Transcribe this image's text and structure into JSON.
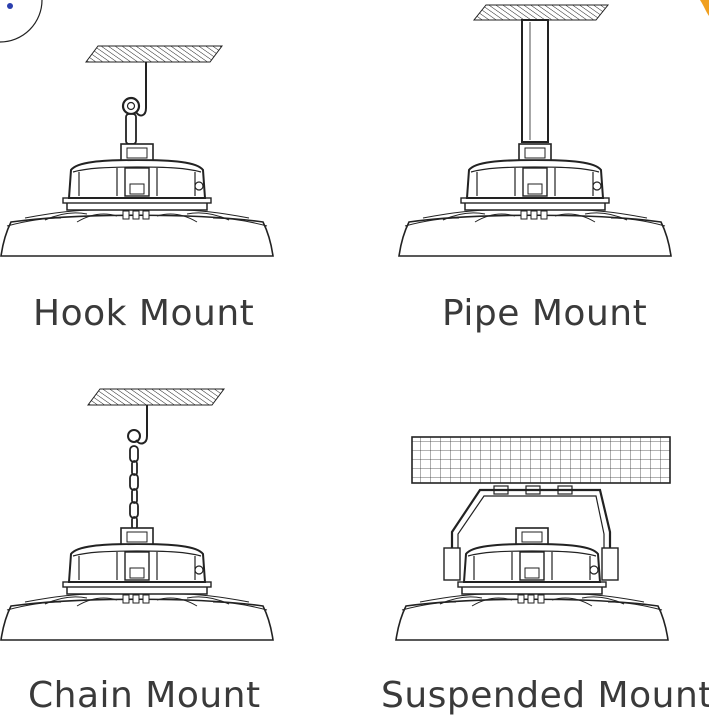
{
  "labels": {
    "hook": "Hook Mount",
    "pipe": "Pipe Mount",
    "chain": "Chain Mount",
    "suspended": "Suspended Mount"
  },
  "colors": {
    "line": "#222222",
    "label": "#3a3a3a",
    "badge_left": "#2b3fae",
    "badge_right": "#f0a020"
  }
}
